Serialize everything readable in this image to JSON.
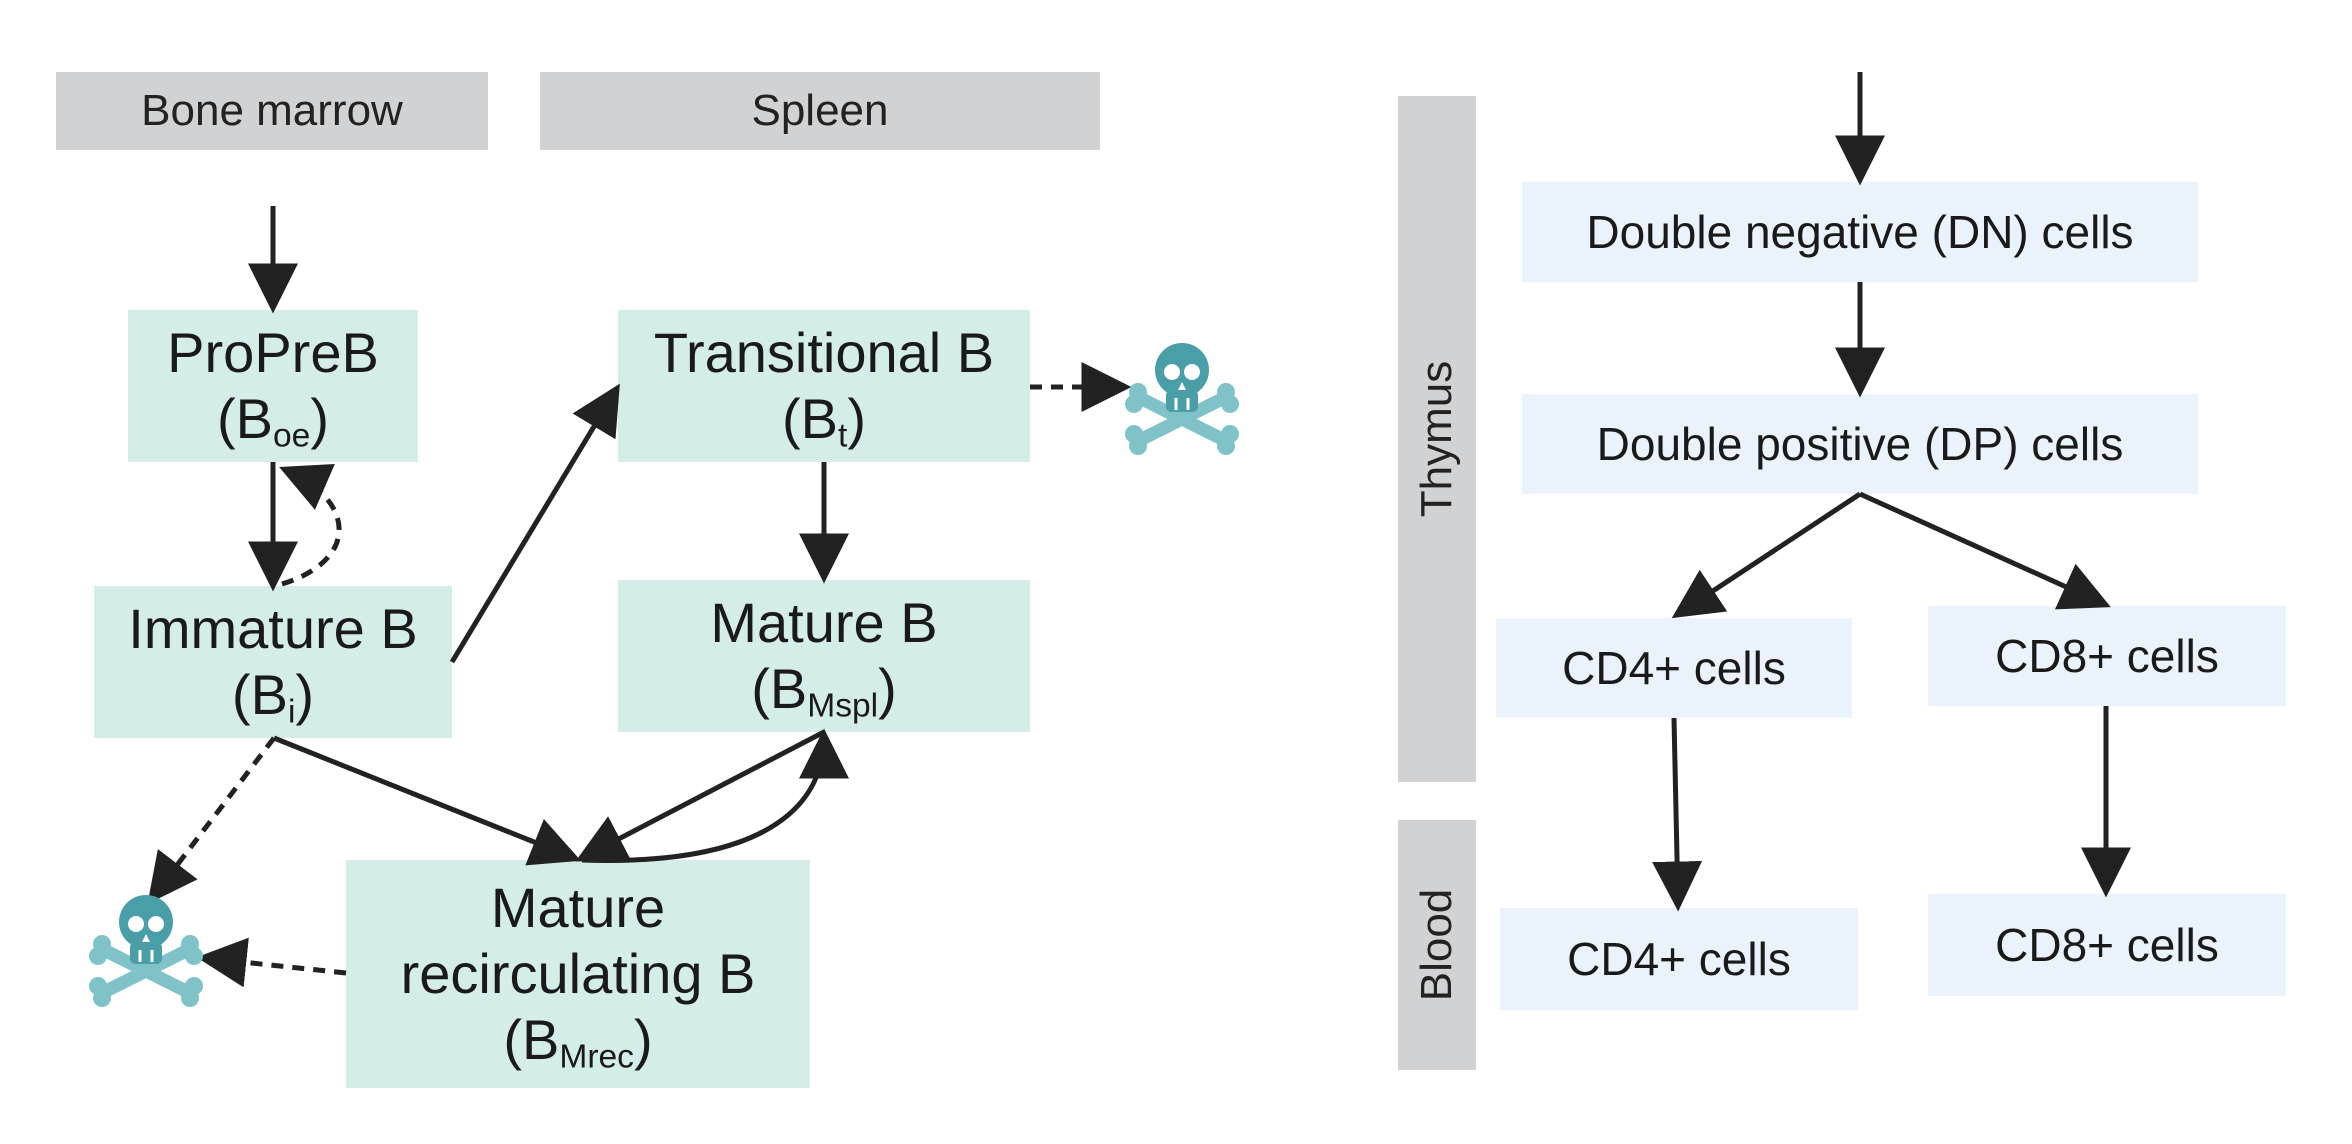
{
  "regions": {
    "bone_marrow": "Bone marrow",
    "spleen": "Spleen",
    "thymus": "Thymus",
    "blood": "Blood"
  },
  "bcells": {
    "propreb": {
      "name": "ProPreB",
      "symbol": "B",
      "sub": "oe"
    },
    "immature": {
      "name": "Immature B",
      "symbol": "B",
      "sub": "i"
    },
    "transitional": {
      "name": "Transitional B",
      "symbol": "B",
      "sub": "t"
    },
    "mature": {
      "name": "Mature B",
      "symbol": "B",
      "sub": "Mspl"
    },
    "recirc": {
      "name1": "Mature",
      "name2": "recirculating B",
      "symbol": "B",
      "sub": "Mrec"
    }
  },
  "tcells": {
    "dn": "Double negative (DN) cells",
    "dp": "Double positive (DP) cells",
    "cd4_thymus": "CD4+ cells",
    "cd8_thymus": "CD8+ cells",
    "cd4_blood": "CD4+ cells",
    "cd8_blood": "CD8+ cells"
  },
  "colors": {
    "bcell_box": "#d4ede9",
    "tcell_box": "#eaf2fb",
    "region_label": "#d0d2d4",
    "arrow": "#222222",
    "death_icon": "#4a9ea8"
  },
  "icons": [
    "skull-crossbones-icon"
  ]
}
